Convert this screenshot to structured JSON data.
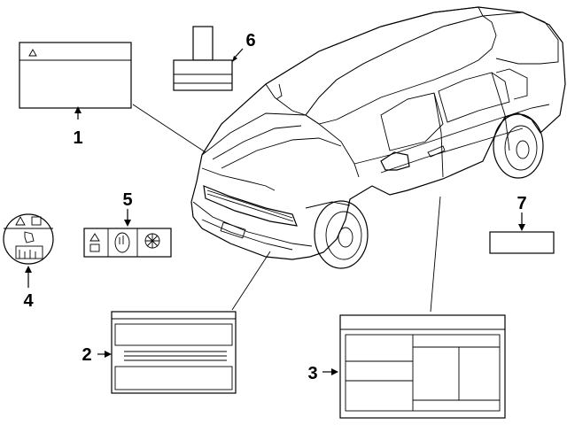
{
  "callouts": [
    {
      "id": "1",
      "text": "1"
    },
    {
      "id": "2",
      "text": "2"
    },
    {
      "id": "3",
      "text": "3"
    },
    {
      "id": "4",
      "text": "4"
    },
    {
      "id": "5",
      "text": "5"
    },
    {
      "id": "6",
      "text": "6"
    },
    {
      "id": "7",
      "text": "7"
    }
  ],
  "icons": {
    "warning": "warning-triangle-icon",
    "manual": "owner-manual-icon",
    "fan": "cooling-fan-icon",
    "hand": "hand-caution-icon",
    "airbag": "airbag-icon"
  },
  "colors": {
    "line": "#000000",
    "background": "#ffffff",
    "label_fill": "#ffffff"
  }
}
